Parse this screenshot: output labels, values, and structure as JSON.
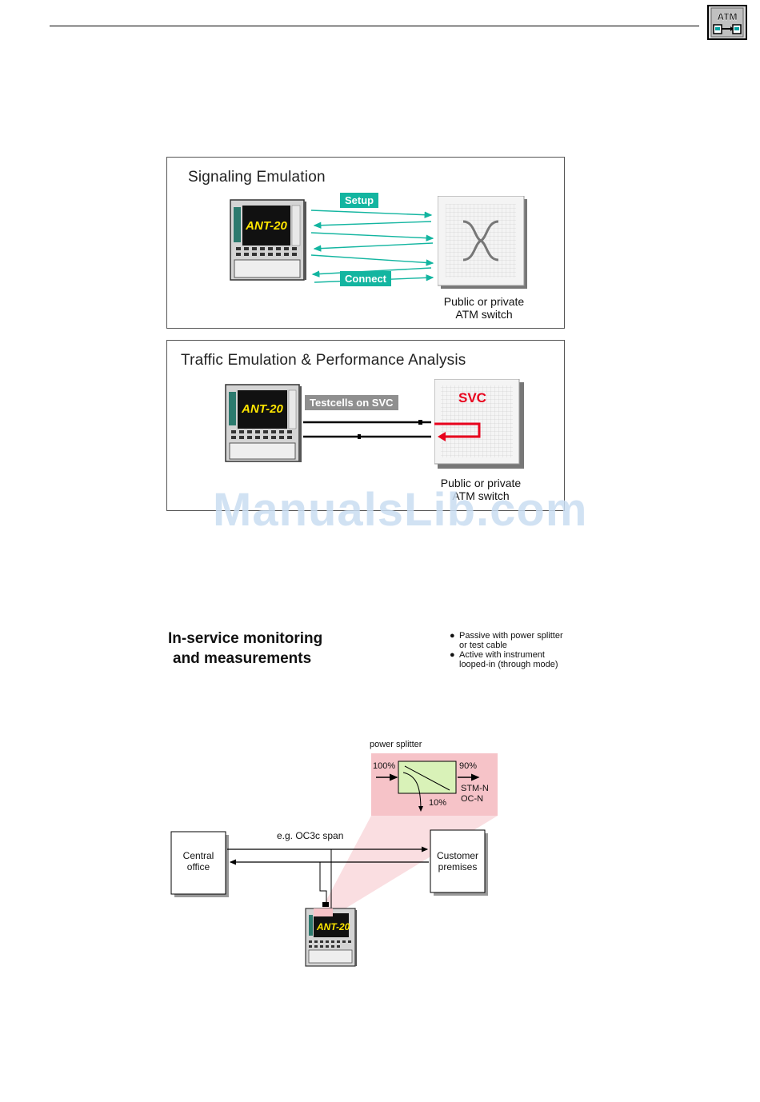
{
  "header": {
    "icon_label": "ATM"
  },
  "panel1": {
    "title": "Signaling Emulation",
    "device_label": "ANT-20",
    "tag_setup": "Setup",
    "tag_connect": "Connect",
    "switch_caption_line1": "Public or private",
    "switch_caption_line2": "ATM switch"
  },
  "panel2": {
    "title": "Traffic Emulation & Performance Analysis",
    "device_label": "ANT-20",
    "tag_testcells": "Testcells on SVC",
    "svc_label": "SVC",
    "switch_caption_line1": "Public or private",
    "switch_caption_line2": "ATM switch"
  },
  "watermark": "ManualsLib.com",
  "section": {
    "heading_line1": "In-service monitoring",
    "heading_line2": "and measurements",
    "bullets": [
      {
        "line1": "Passive with power splitter",
        "line2": "or test cable"
      },
      {
        "line1": "Active with instrument",
        "line2": "looped-in (through mode)"
      }
    ]
  },
  "diagram3": {
    "splitter_title": "power splitter",
    "in_pct": "100%",
    "out_pct": "90%",
    "tap_pct": "10%",
    "out_label1": "STM-N",
    "out_label2": "OC-N",
    "span_label": "e.g. OC3c span",
    "central_line1": "Central",
    "central_line2": "office",
    "customer_line1": "Customer",
    "customer_line2": "premises",
    "device_label": "ANT-20"
  },
  "colors": {
    "teal": "#13b5a0",
    "red": "#e8001c",
    "pink": "#f6c3c8"
  }
}
